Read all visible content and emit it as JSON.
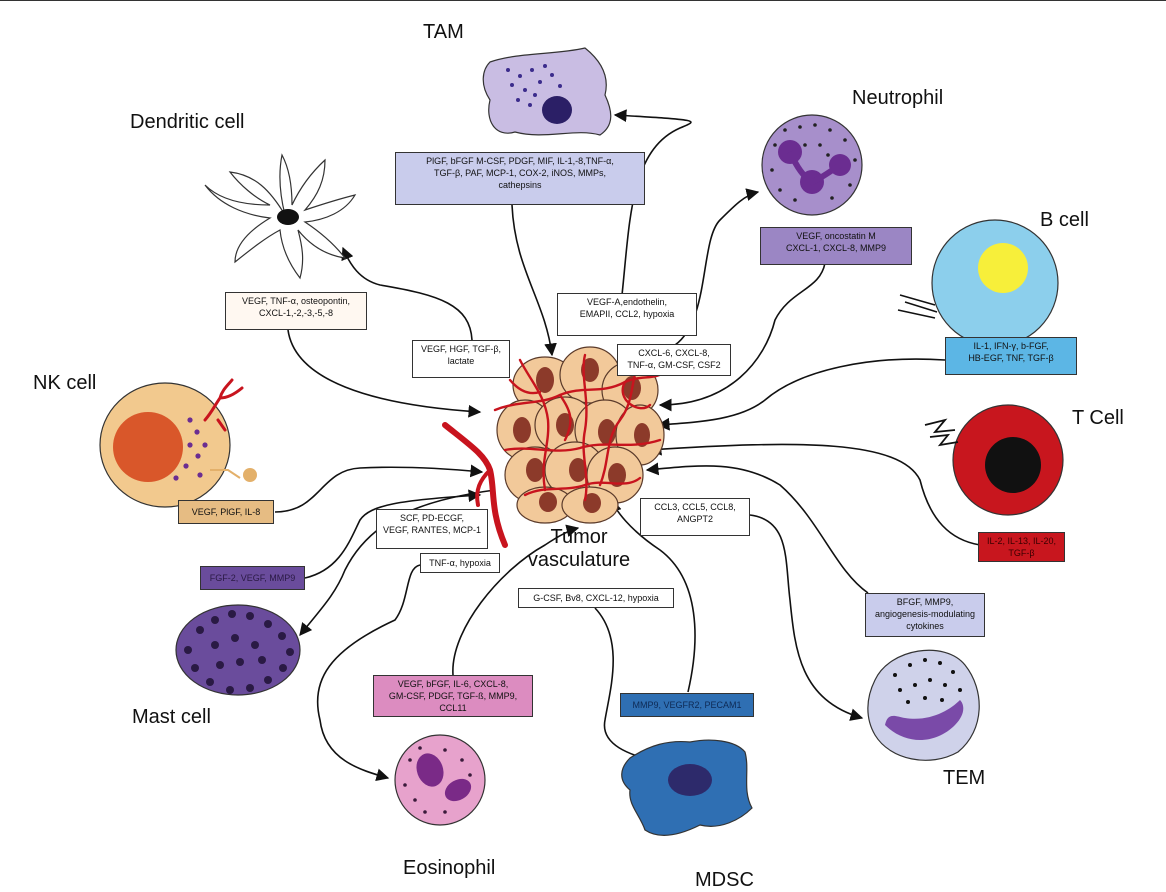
{
  "center": {
    "line1": "Tumor",
    "line2": "vasculature"
  },
  "colors": {
    "vessel": "#c8141e",
    "tumor_cell": "#f2c99a",
    "tumor_nucleus": "#8c3a2a",
    "tam": "#c9bde3",
    "neutrophil": "#a78fcb",
    "neutrophil_nucleus": "#6b2d91",
    "b_cell": "#8ccfec",
    "b_nucleus": "#f7ef3a",
    "t_cell": "#c8161e",
    "nk_cell": "#f2c98e",
    "nk_nucleus": "#d9572a",
    "mast": "#6a4c9c",
    "eosinophil": "#e7a2cc",
    "eos_nucleus": "#7a2a87",
    "mdsc": "#2f6fb3",
    "mdsc_nucleus": "#2d2a6b",
    "tem": "#cfd2ea",
    "tem_nucleus": "#7a4aa8"
  },
  "cells": {
    "tam": "TAM",
    "neutrophil": "Neutrophil",
    "dendritic": "Dendritic cell",
    "b_cell": "B cell",
    "nk_cell": "NK cell",
    "t_cell": "T Cell",
    "mast": "Mast cell",
    "eosinophil": "Eosinophil",
    "mdsc": "MDSC",
    "tem": "TEM"
  },
  "boxes": {
    "tam_factors": "PlGF, bFGF M-CSF, PDGF, MIF, IL-1,-8,TNF-α,\nTGF-β, PAF, MCP-1, COX-2, iNOS, MMPs,\ncathepsins",
    "to_tam": "VEGF-A,endothelin,\nEMAPII, CCL2, hypoxia",
    "neutrophil_factors": "VEGF, oncostatin M\nCXCL-1, CXCL-8, MMP9",
    "to_neutrophil": "CXCL-6, CXCL-8,\nTNF-α, GM-CSF, CSF2",
    "dendritic_factors": "VEGF, TNF-α, osteopontin,\nCXCL-1,-2,-3,-5,-8",
    "to_dendritic": "VEGF, HGF, TGF-β,\nlactate",
    "b_cell_factors": "IL-1, IFN-γ, b-FGF,\nHB-EGF, TNF, TGF-β",
    "t_cell_factors": "IL-2, IL-13, IL-20,\nTGF-β",
    "nk_factors": "VEGF, PlGF, IL-8",
    "to_mast": "SCF, PD-ECGF,\nVEGF, RANTES, MCP-1",
    "mast_factors": "FGF-2, VEGF, MMP9",
    "to_eosinophil": "TNF-α, hypoxia",
    "eosinophil_factors": "VEGF, bFGF, IL-6, CXCL-8,\nGM-CSF, PDGF, TGF-ß, MMP9,\nCCL11",
    "to_mdsc": "G-CSF, Bv8, CXCL-12, hypoxia",
    "mdsc_factors": "MMP9, VEGFR2, PECAM1",
    "to_tem": "CCL3, CCL5, CCL8,\nANGPT2",
    "tem_factors": "BFGF, MMP9,\nangiogenesis-modulating\ncytokines"
  }
}
